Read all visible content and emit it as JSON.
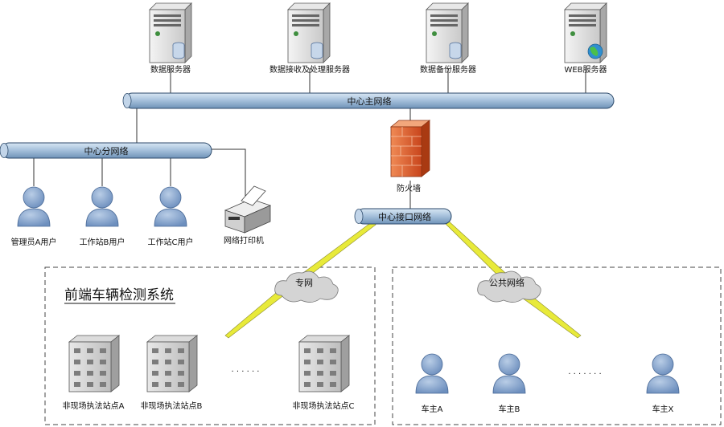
{
  "servers": [
    {
      "label": "数据服务器"
    },
    {
      "label": "数据接收及处理服务器"
    },
    {
      "label": "数据备份服务器"
    },
    {
      "label": "WEB服务器"
    }
  ],
  "buses": {
    "main": "中心主网络",
    "branch": "中心分网络",
    "interface": "中心接口网络"
  },
  "firewall": {
    "label": "防火墙"
  },
  "users": [
    {
      "label": "管理员A用户"
    },
    {
      "label": "工作站B用户"
    },
    {
      "label": "工作站C用户"
    }
  ],
  "printer": {
    "label": "网络打印机"
  },
  "clouds": {
    "private": "专网",
    "public": "公共网络"
  },
  "front_system": {
    "title": "前端车辆检测系统",
    "sites": [
      {
        "label": "非现场执法站点A"
      },
      {
        "label": "非现场执法站点B"
      },
      {
        "label": "非现场执法站点C"
      }
    ],
    "ellipsis": "· · · · · ·"
  },
  "owners": {
    "items": [
      {
        "label": "车主A"
      },
      {
        "label": "车主B"
      },
      {
        "label": "车主X"
      }
    ],
    "ellipsis": "· · · · · · ·"
  },
  "colors": {
    "bus": "#9dbbd8",
    "bus_edge": "#2c4a6b",
    "person": "#7f9fc8",
    "lightning": "#e8ea3a",
    "firewall": "#e0602c"
  }
}
